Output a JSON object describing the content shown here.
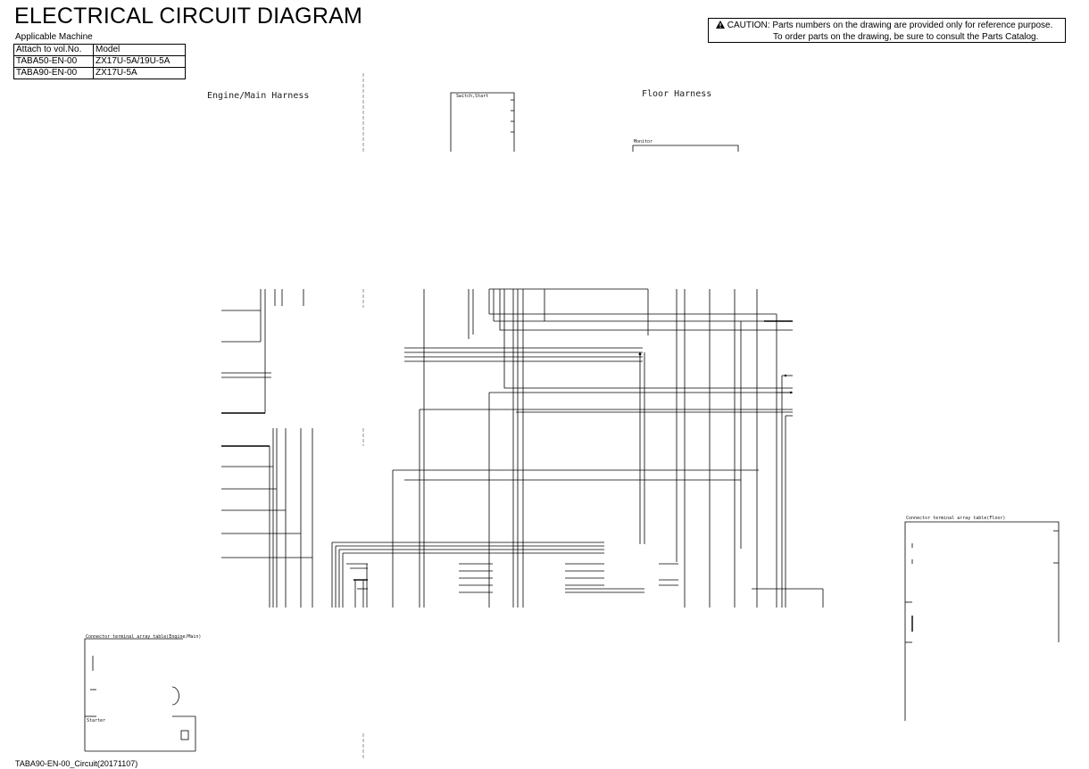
{
  "header": {
    "title": "ELECTRICAL CIRCUIT DIAGRAM",
    "applicable_label": "Applicable Machine",
    "table": {
      "headers": [
        "Attach to vol.No.",
        "Model"
      ],
      "rows": [
        [
          "TABA50-EN-00",
          "ZX17U-5A/19U-5A"
        ],
        [
          "TABA90-EN-00",
          "ZX17U-5A"
        ]
      ]
    }
  },
  "caution": {
    "icon": "warning-triangle-icon",
    "line1": "CAUTION: Parts numbers on the drawing are provided only for reference purpose.",
    "line2": "To order parts on the drawing, be sure to consult the Parts Catalog."
  },
  "sections": {
    "engine_main": "Engine/Main Harness",
    "floor": "Floor Harness"
  },
  "components": {
    "switch_start": "Switch,Start",
    "monitor": "Monitor",
    "connector_table_engine": "Connector terminal array table(Engine/Main)",
    "connector_table_floor": "Connector terminal array table(Floor)",
    "starter": "Starter"
  },
  "footer": {
    "doc_id": "TABA90-EN-00_Circuit(20171107)"
  }
}
